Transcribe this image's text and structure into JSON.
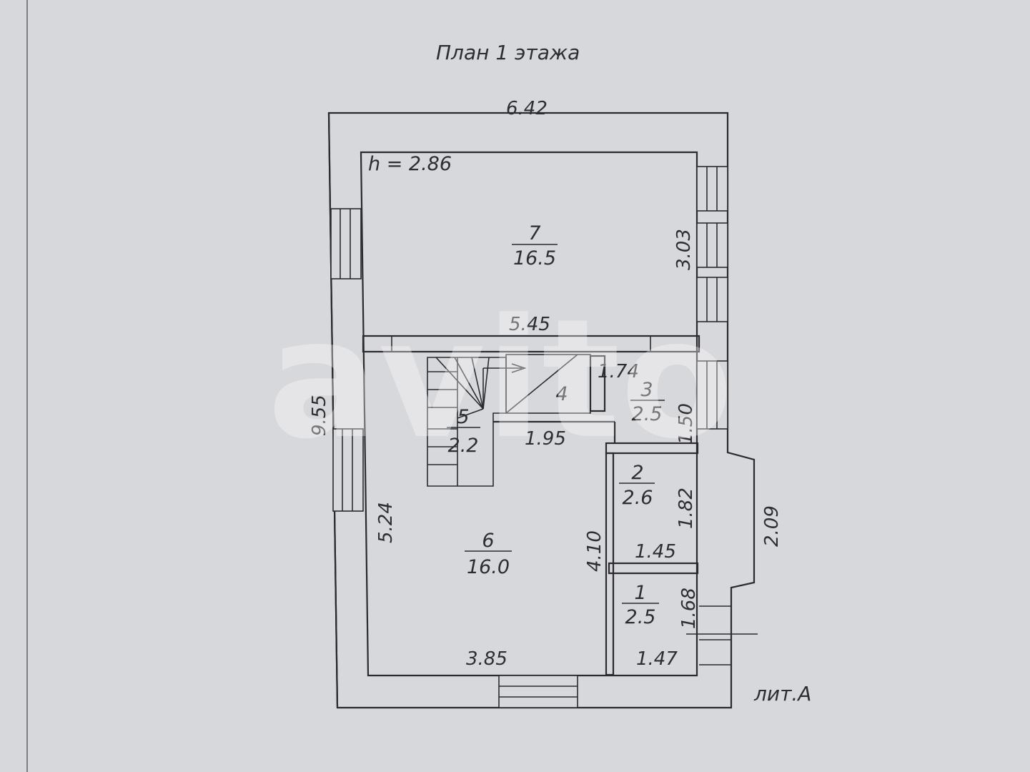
{
  "plan": {
    "title": "План 1 этажа",
    "height_label": "h = 2.86",
    "letter_label": "лит.А",
    "watermark": "avito",
    "dimensions": {
      "outer_width": "6.42",
      "outer_length": "9.55",
      "room7_width": "5.45",
      "room7_depth": "3.03",
      "room3_width": "1.74",
      "room3_depth": "1.50",
      "corridor_width": "1.95",
      "room6_left": "5.24",
      "room6_right": "4.10",
      "room6_width": "3.85",
      "room2_depth": "1.82",
      "room2_width": "1.45",
      "porch_depth": "2.09",
      "room1_depth": "1.68",
      "room1_width": "1.47"
    },
    "rooms": [
      {
        "number": "7",
        "area": "16.5"
      },
      {
        "number": "3",
        "area": "2.5"
      },
      {
        "number": "4",
        "area": ""
      },
      {
        "number": "5",
        "area": "2.2"
      },
      {
        "number": "2",
        "area": "2.6"
      },
      {
        "number": "6",
        "area": "16.0"
      },
      {
        "number": "1",
        "area": "2.5"
      }
    ]
  }
}
